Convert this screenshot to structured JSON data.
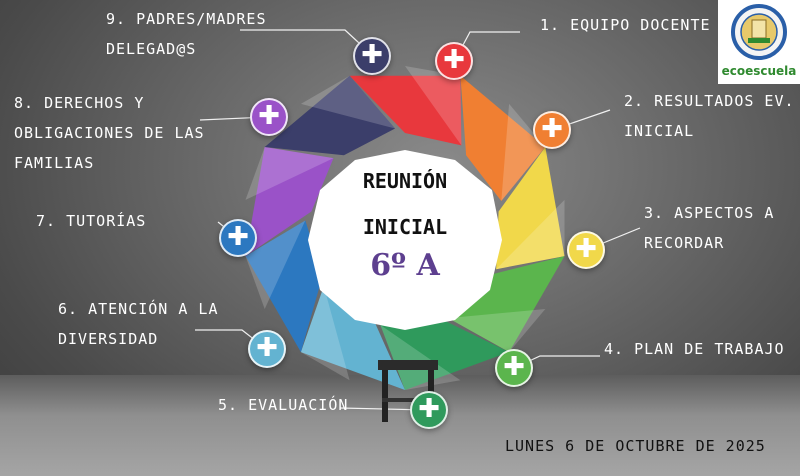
{
  "center": {
    "title_line1": "Reunión",
    "title_line2": "Inicial",
    "group": "6º A"
  },
  "date": "Lunes 6 de Octubre de 2025",
  "logo": {
    "text": "ecoescuela"
  },
  "items": [
    {
      "label_line1": "1. Equipo Docente",
      "label_line2": "",
      "color": "#e8383d"
    },
    {
      "label_line1": "2. Resultados Ev.",
      "label_line2": "Inicial",
      "color": "#f07f32"
    },
    {
      "label_line1": "3. Aspectos a",
      "label_line2": "Recordar",
      "color": "#f1d84a"
    },
    {
      "label_line1": "4. Plan de Trabajo",
      "label_line2": "",
      "color": "#5bb54d"
    },
    {
      "label_line1": "5. Evaluación",
      "label_line2": "",
      "color": "#2f9a5c"
    },
    {
      "label_line1": "6. Atención a la",
      "label_line2": "Diversidad",
      "color": "#63b3d1"
    },
    {
      "label_line1": "7. Tutorías",
      "label_line2": "",
      "color": "#2c78c0"
    },
    {
      "label_line1": "8. Derechos y",
      "label_line2": "Obligaciones de las",
      "label_line3": "Familias",
      "color": "#9a52c8"
    },
    {
      "label_line1": "9. Padres/Madres",
      "label_line2": "Delegad@s",
      "color": "#3b3e6a"
    }
  ],
  "plus_symbol": "✚"
}
